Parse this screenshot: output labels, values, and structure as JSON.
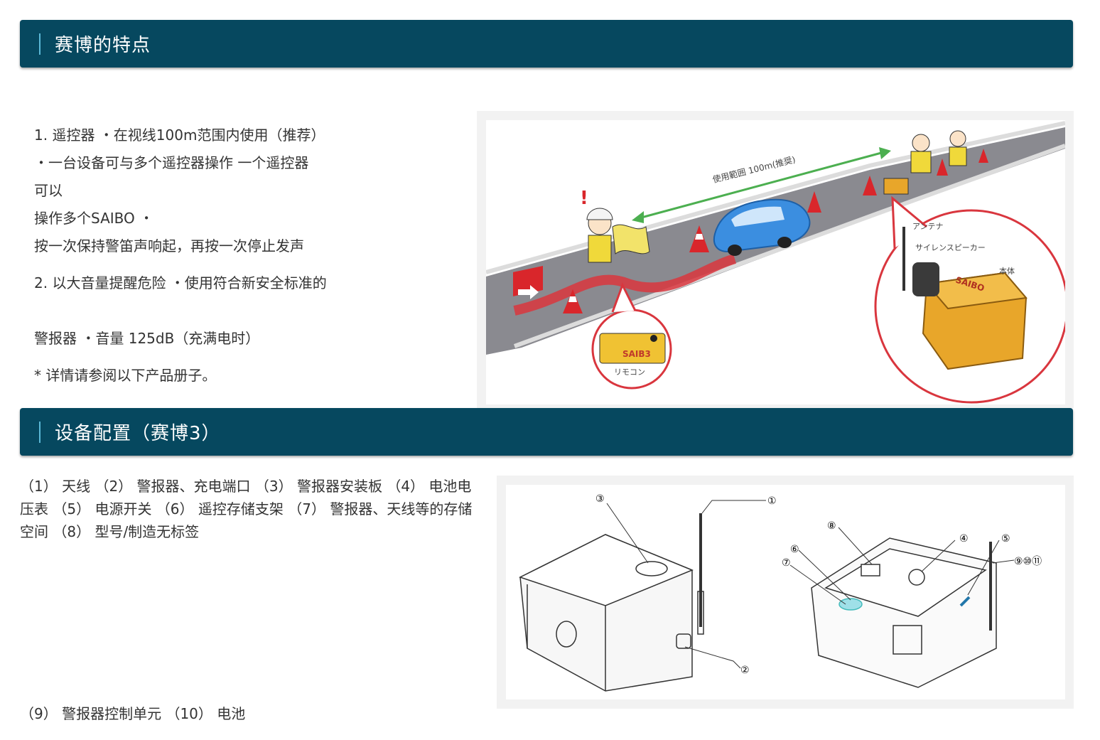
{
  "section1": {
    "title": "赛博的特点",
    "lines": [
      "1. 遥控器 ・在视线100m范围内使用（推荐）",
      "・一台设备可与多个遥控器操作 一个遥控器",
      "可以",
      "操作多个SAIBO ・",
      "按一次保持警笛声响起，再按一次停止发声",
      "2. 以大音量提醒危险 ・使用符合新安全标准的",
      "警报器 ・音量 125dB（充满电时）",
      "* 详情请参阅以下产品册子。"
    ],
    "illustration": {
      "range_label": "使用範囲 100m(推奨)",
      "antenna_label": "アンテナ",
      "speaker_label": "サイレンスピーカー",
      "body_label": "本体",
      "remote_label": "リモコン",
      "remote_brand": "SAIB3",
      "box_brand": "SAIBO",
      "warning_mark": "!"
    }
  },
  "section2": {
    "title": "设备配置（赛博3）",
    "paragraph": "（1） 天线 （2） 警报器、充电端口 （3） 警报器安装板 （4） 电池电压表 （5） 电源开关 （6） 遥控存储支架 （7） 警报器、天线等的存储空间 （8） 型号/制造无标签",
    "footer": "（9） 警报器控制单元 （10） 电池",
    "diagram_labels": {
      "n1": "①",
      "n2": "②",
      "n3": "③",
      "n4": "④",
      "n5": "⑤",
      "n6": "⑥",
      "n7": "⑦",
      "n8": "⑧",
      "n9_11": "⑨⑩⑪"
    }
  },
  "colors": {
    "header_bg": "#06485f",
    "header_accent": "#5bb8d6",
    "road": "#8a8a90",
    "car": "#3b8ee0",
    "cone": "#d9262b",
    "range_arrow": "#4caf50",
    "box": "#e8a62a"
  }
}
